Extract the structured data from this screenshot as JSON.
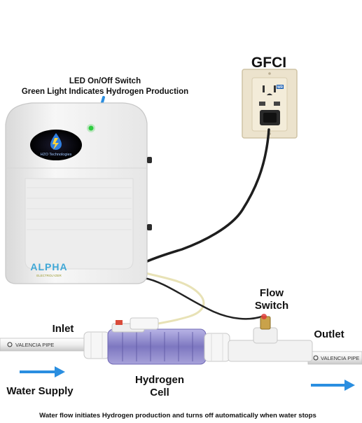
{
  "labels": {
    "gfci": "GFCI",
    "led_line1": "LED On/Off Switch",
    "led_line2": "Green Light Indicates Hydrogen Production",
    "flow_line1": "Flow",
    "flow_line2": "Switch",
    "inlet": "Inlet",
    "outlet": "Outlet",
    "water_supply": "Water Supply",
    "cell_line1": "Hydrogen",
    "cell_line2": "Cell",
    "footer": "Water flow initiates Hydrogen production and turns off automatically when water stops"
  },
  "device": {
    "brand": "ALPHA",
    "brand_sub": "ELECTROLYZER",
    "logo_text": "H2O Technologies"
  },
  "pipe": {
    "left_print": "VALENCIA PIPE",
    "right_print": "VALENCIA PIPE"
  },
  "outlet_plate": {
    "badge": "WR"
  },
  "colors": {
    "arrow_blue": "#2a8ee0",
    "device_body": "#f4f4f4",
    "indicator_led": "#2ecc40",
    "plate": "#ece3cd",
    "pipe": "#f3f3f3",
    "cell_purple": "#8a85c8"
  }
}
